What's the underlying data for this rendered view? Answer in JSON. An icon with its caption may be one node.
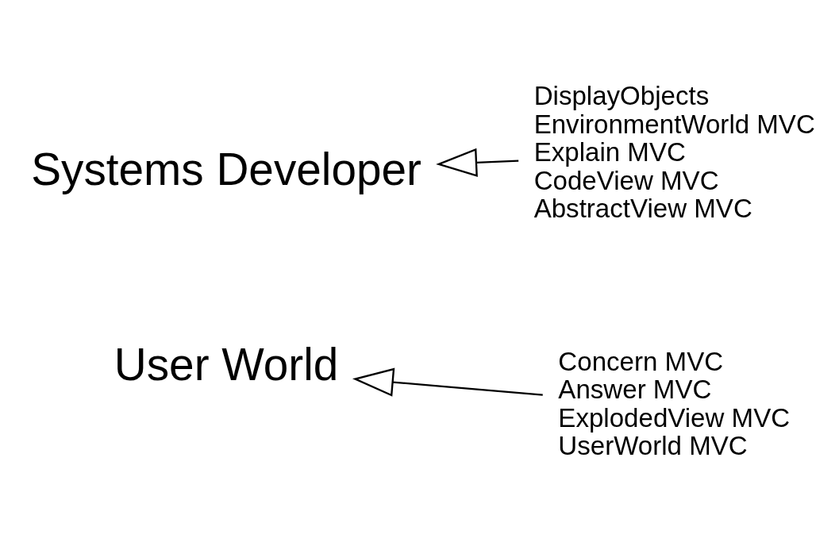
{
  "diagram": {
    "nodes": [
      {
        "text": [
          "Systems Developer"
        ]
      },
      {
        "text": [
          "DisplayObjects",
          "EnvironmentWorld MVC",
          "Explain MVC",
          "CodeView MVC",
          "AbstractView MVC"
        ]
      },
      {
        "text": [
          "User World"
        ]
      },
      {
        "text": [
          "Concern MVC",
          "Answer MVC",
          "ExplodedView MVC",
          "UserWorld MVC"
        ]
      }
    ],
    "edges": [
      {
        "from": 1,
        "to": 0,
        "arrow": "to"
      },
      {
        "from": 3,
        "to": 2,
        "arrow": "to"
      }
    ]
  }
}
